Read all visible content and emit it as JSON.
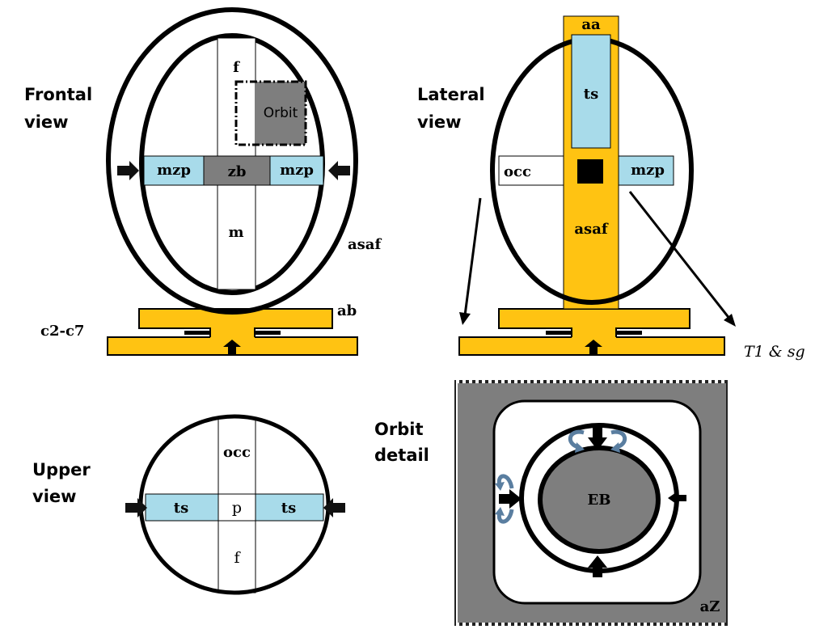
{
  "colors": {
    "orange": "#FFC312",
    "light_blue": "#A8DBEA",
    "gray": "#7E7E7E",
    "black": "#000000",
    "white": "#FFFFFF",
    "arrow_blue": "#5A7EA0"
  },
  "frontal": {
    "title_line1": "Frontal",
    "title_line2": "view",
    "f": "f",
    "orbit": "Orbit",
    "mzp_left": "mzp",
    "zb": "zb",
    "mzp_right": "mzp",
    "m": "m",
    "asaf": "asaf",
    "ab": "ab",
    "c2c7": "c2-c7"
  },
  "lateral": {
    "title_line1": "Lateral",
    "title_line2": "view",
    "aa": "aa",
    "ts": "ts",
    "occ": "occ",
    "mzp": "mzp",
    "asaf": "asaf",
    "t1sg": "T1 & sg"
  },
  "upper": {
    "title_line1": "Upper",
    "title_line2": "view",
    "occ": "occ",
    "ts_left": "ts",
    "p": "p",
    "ts_right": "ts",
    "f": "f"
  },
  "orbit_detail": {
    "title_line1": "Orbit",
    "title_line2": "detail",
    "eb": "EB",
    "az": "aZ"
  }
}
